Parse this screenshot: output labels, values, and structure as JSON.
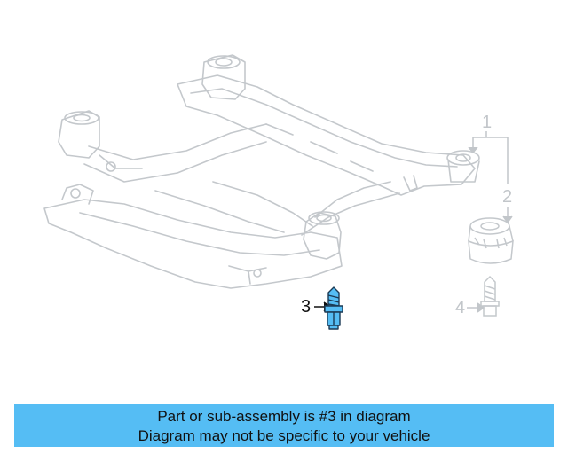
{
  "callouts": {
    "c1": "1",
    "c2": "2",
    "c3": "3",
    "c4": "4"
  },
  "banner": {
    "line1": "Part or sub-assembly is #3 in diagram",
    "line2": "Diagram may not be specific to your vehicle"
  },
  "colors": {
    "highlight": "#55bdf4",
    "line": "#c2c6ca",
    "text": "#111111"
  },
  "icons": {
    "subframe": "subframe-assembly-illustration",
    "mount": "mount-bushing-illustration",
    "bolt": "bolt-illustration"
  }
}
